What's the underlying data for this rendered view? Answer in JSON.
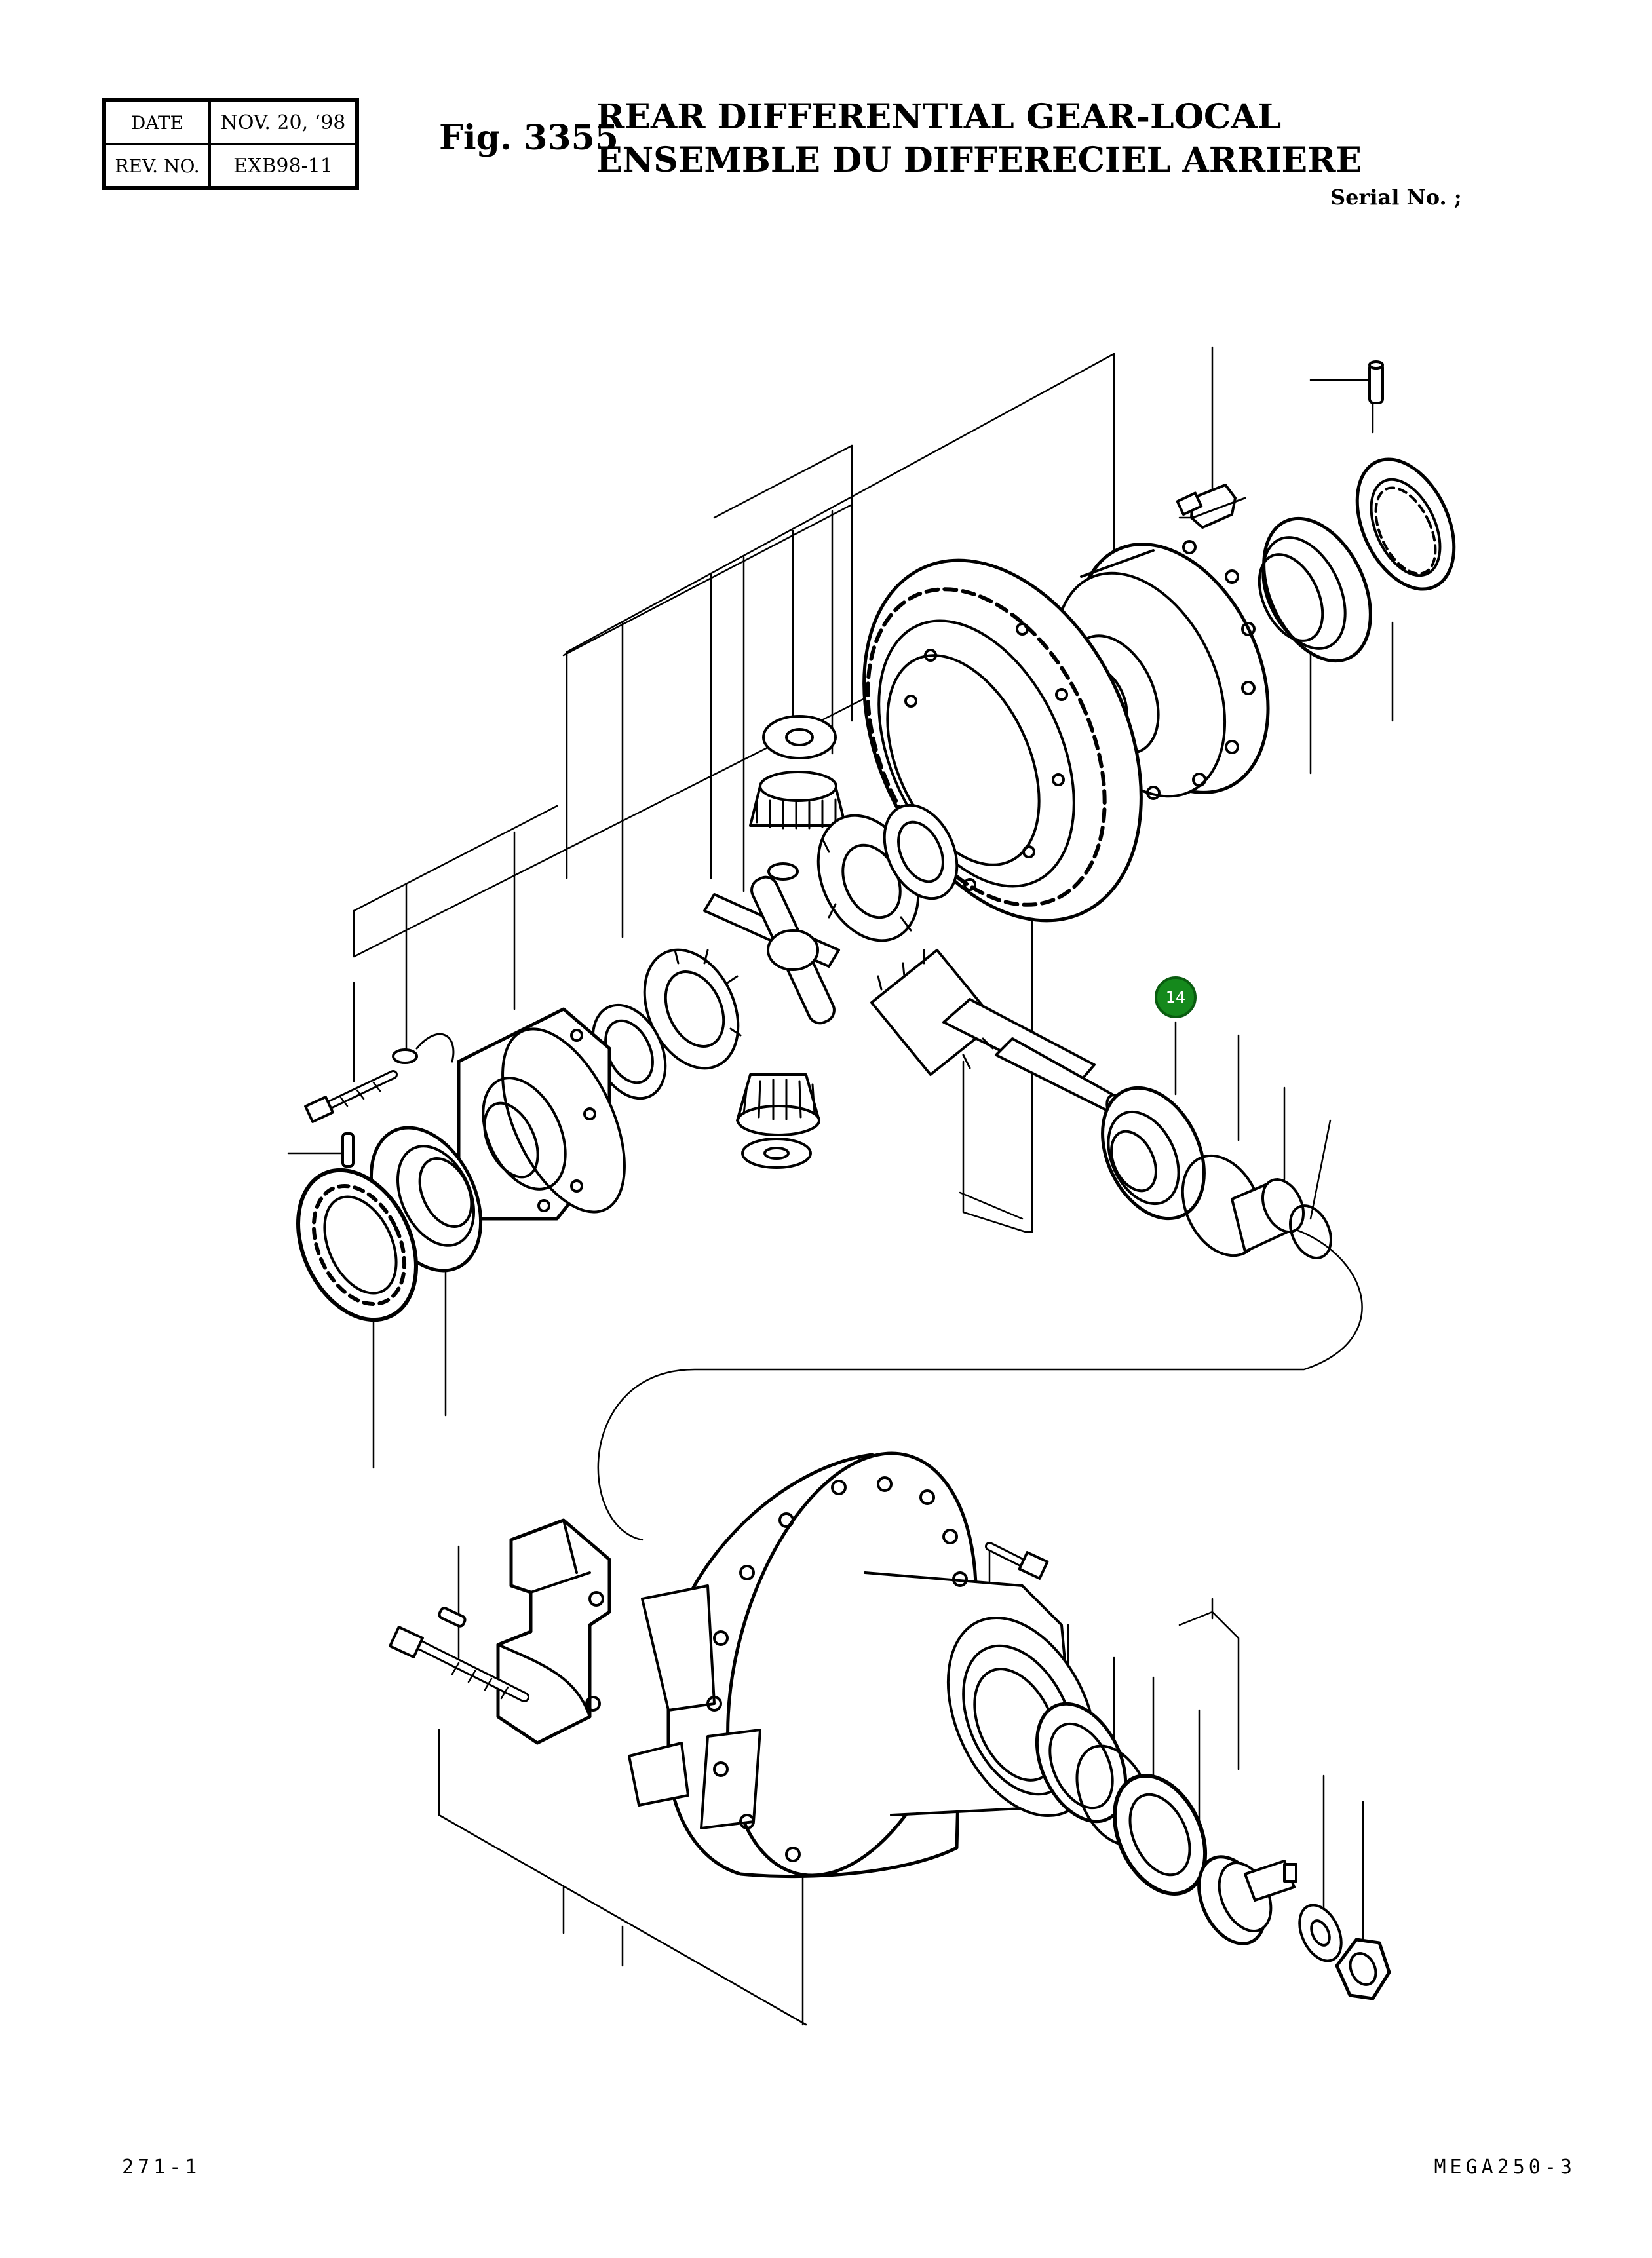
{
  "header": {
    "date_label": "DATE",
    "date_value": "NOV. 20, ‘98",
    "rev_label": "REV. NO.",
    "rev_value": "EXB98-11"
  },
  "figure": {
    "number": "Fig. 3355",
    "title_line1": "REAR DIFFERENTIAL GEAR-LOCAL",
    "title_line2": "ENSEMBLE DU DIFFERECIEL ARRIERE",
    "serial": "Serial No. ;"
  },
  "callouts": [
    {
      "label": "14",
      "color": "#15891c"
    }
  ],
  "footer": {
    "page_ref": "271-1",
    "model_ref": "MEGA250-3"
  },
  "colors": {
    "line": "#000000",
    "callout": "#15891c"
  }
}
